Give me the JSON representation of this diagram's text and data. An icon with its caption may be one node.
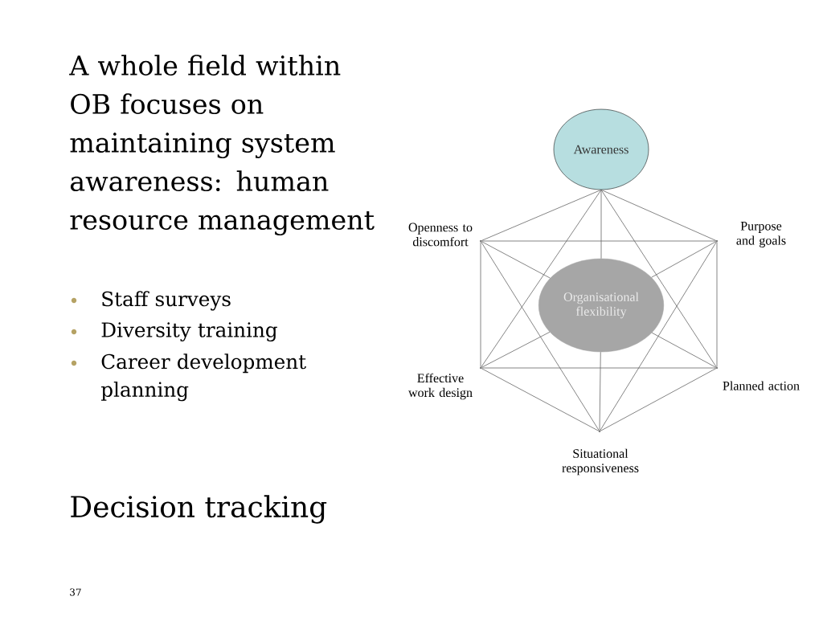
{
  "diagram": {
    "title": "A whole field within OB focuses on maintaining system awareness: human resource management",
    "nodes": [
      {
        "text": [
          "Awareness"
        ]
      },
      {
        "text": [],
        "shape": "point",
        "beside": [
          "Openness to discomfort"
        ]
      },
      {
        "text": [],
        "shape": "point",
        "beside": [
          "Purpose and goals"
        ]
      },
      {
        "text": [
          "Organisational flexibility"
        ]
      },
      {
        "text": [],
        "shape": "point",
        "beside": [
          "Effective work design"
        ]
      },
      {
        "text": [],
        "shape": "point",
        "beside": [
          "Planned action"
        ]
      },
      {
        "text": [],
        "shape": "point",
        "beside": [
          "Situational responsiveness"
        ]
      }
    ],
    "edges": [
      {
        "from": 0,
        "to": 1,
        "arrow": "none"
      },
      {
        "from": 0,
        "to": 2,
        "arrow": "none"
      },
      {
        "from": 0,
        "to": 4,
        "arrow": "none"
      },
      {
        "from": 0,
        "to": 5,
        "arrow": "none"
      },
      {
        "from": 0,
        "to": 3,
        "arrow": "none"
      },
      {
        "from": 1,
        "to": 2,
        "arrow": "none"
      },
      {
        "from": 1,
        "to": 4,
        "arrow": "none"
      },
      {
        "from": 1,
        "to": 6,
        "arrow": "none"
      },
      {
        "from": 1,
        "to": 3,
        "arrow": "none"
      },
      {
        "from": 2,
        "to": 5,
        "arrow": "none"
      },
      {
        "from": 2,
        "to": 6,
        "arrow": "none"
      },
      {
        "from": 2,
        "to": 3,
        "arrow": "none"
      },
      {
        "from": 4,
        "to": 5,
        "arrow": "none"
      },
      {
        "from": 4,
        "to": 6,
        "arrow": "none"
      },
      {
        "from": 4,
        "to": 3,
        "arrow": "none"
      },
      {
        "from": 5,
        "to": 6,
        "arrow": "none"
      },
      {
        "from": 5,
        "to": 3,
        "arrow": "none"
      },
      {
        "from": 3,
        "to": 6,
        "arrow": "none"
      }
    ],
    "labels": [
      "Staff surveys",
      "Diversity training",
      "Career development planning",
      "Decision tracking",
      "37"
    ]
  }
}
